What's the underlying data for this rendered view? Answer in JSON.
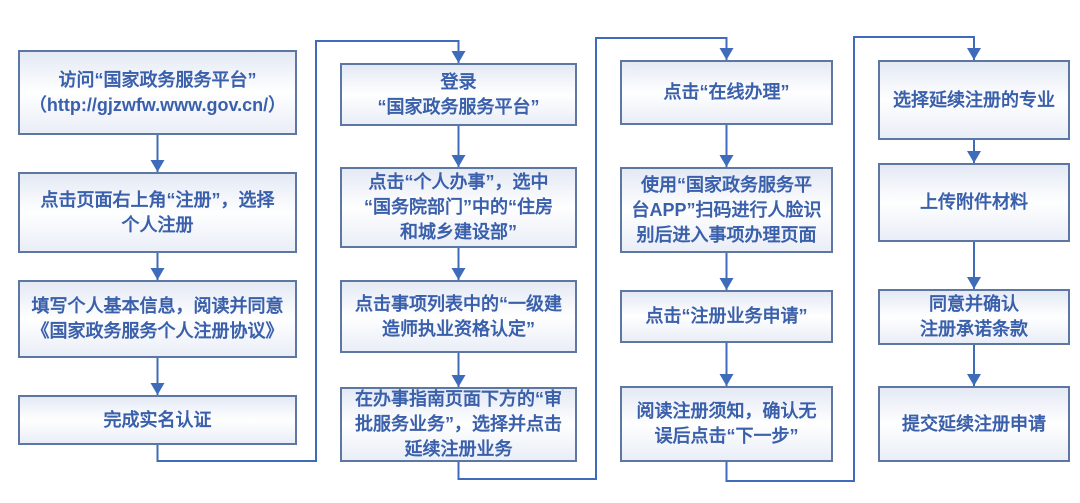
{
  "flow": {
    "columns": [
      {
        "steps": [
          {
            "lines": [
              "访问“国家政务服务平台”",
              "（http://gjzwfw.www.gov.cn/）"
            ]
          },
          {
            "lines": [
              "点击页面右上角“注册”，选择",
              "个人注册"
            ]
          },
          {
            "lines": [
              "填写个人基本信息，阅读并同意",
              "《国家政务服务个人注册协议》"
            ]
          },
          {
            "lines": [
              "完成实名认证"
            ]
          }
        ]
      },
      {
        "steps": [
          {
            "lines": [
              "登录",
              "“国家政务服务平台”"
            ]
          },
          {
            "lines": [
              "点击“个人办事”，选中",
              "“国务院部门”中的“住房",
              "和城乡建设部”"
            ]
          },
          {
            "lines": [
              "点击事项列表中的“一级建",
              "造师执业资格认定”"
            ]
          },
          {
            "lines": [
              "在办事指南页面下方的“审",
              "批服务业务”，选择并点击",
              "延续注册业务"
            ]
          }
        ]
      },
      {
        "steps": [
          {
            "lines": [
              "点击“在线办理”"
            ]
          },
          {
            "lines": [
              "使用“国家政务服务平",
              "台APP”扫码进行人脸识",
              "别后进入事项办理页面"
            ]
          },
          {
            "lines": [
              "点击“注册业务申请”"
            ]
          },
          {
            "lines": [
              "阅读注册须知，确认无",
              "误后点击“下一步”"
            ]
          }
        ]
      },
      {
        "steps": [
          {
            "lines": [
              "选择延续注册的专业"
            ]
          },
          {
            "lines": [
              "上传附件材料"
            ]
          },
          {
            "lines": [
              "同意并确认",
              "注册承诺条款"
            ]
          },
          {
            "lines": [
              "提交延续注册申请"
            ]
          }
        ]
      }
    ]
  },
  "colors": {
    "background": "#ffffff",
    "box_border": "#5d77a3",
    "box_fill": "#f6f8fc",
    "text_color": "#3a60ab",
    "arrow_color": "#3f6cba"
  }
}
